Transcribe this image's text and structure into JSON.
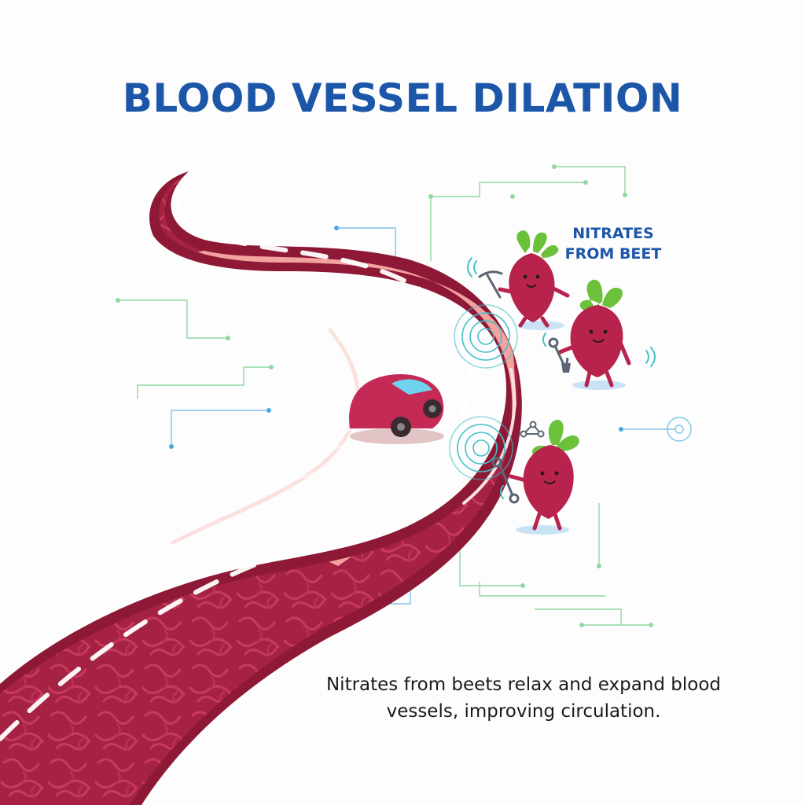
{
  "title": "BLOOD VESSEL DILATION",
  "beet_label": {
    "line1": "NITRATES",
    "line2": "FROM BEET"
  },
  "caption": {
    "line1": "Nitrates from beets relax and expand blood",
    "line2": "vessels, improving circulation."
  },
  "colors": {
    "title_blue": "#1c56a8",
    "vessel_dark": "#9c1f3e",
    "vessel_light": "#f2a3a0",
    "beet": "#b8234d",
    "leaf": "#6cc13a",
    "circuit_green": "#8fd9a0",
    "circuit_blue": "#7ec3e8"
  },
  "icons": [
    "car-icon",
    "beet-character-icon",
    "pickaxe-icon",
    "wrench-icon",
    "shovel-icon",
    "molecule-icon",
    "signal-ring-icon"
  ]
}
